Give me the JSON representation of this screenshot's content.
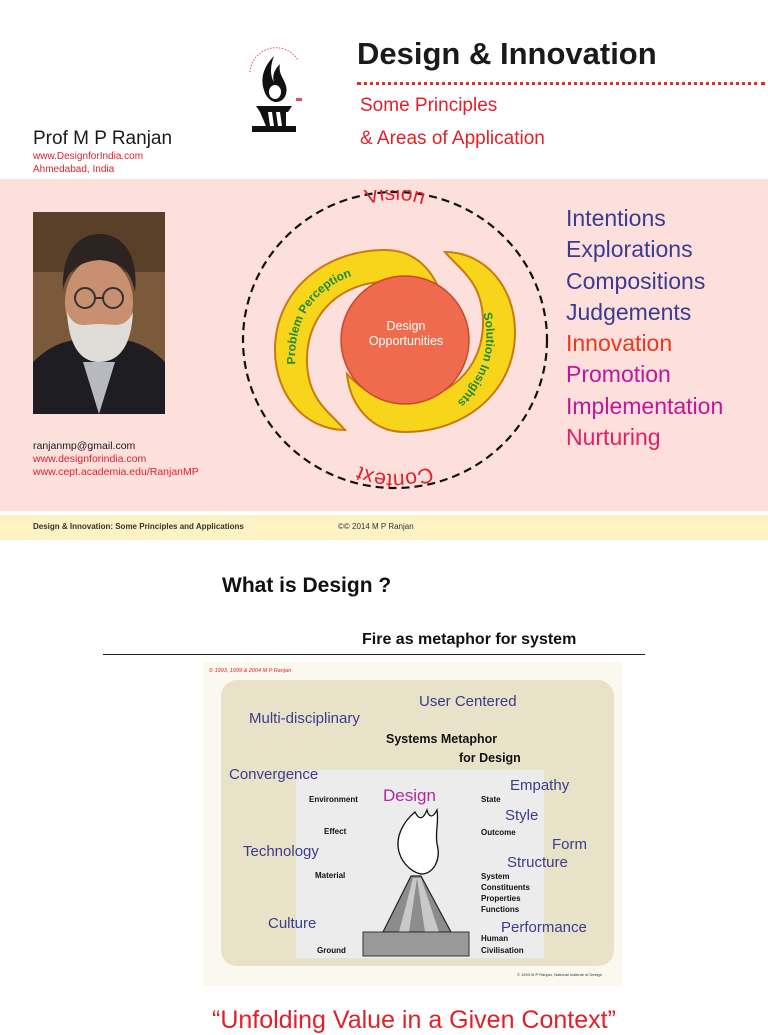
{
  "slide1": {
    "title": "Design & Innovation",
    "subtitle_line1": "Some Principles",
    "subtitle_line2": "& Areas of Application",
    "author": "Prof M P Ranjan",
    "author_site": "www.DesignforIndia.com",
    "author_location": "Ahmedabad, India",
    "contact": {
      "email": "ranjanmp@gmail.com",
      "site": "www.designforindia.com",
      "academia": "www.cept.academia.edu/RanjanMP"
    },
    "cycle": {
      "vision": "Vision",
      "context": "Context",
      "problem": "Problem Perception",
      "solution": "Solution Insights",
      "center_line1": "Design",
      "center_line2": "Opportunities"
    },
    "list": [
      {
        "text": "Intentions",
        "color": "#3b3b8f"
      },
      {
        "text": "Explorations",
        "color": "#3b3b8f"
      },
      {
        "text": "Compositions",
        "color": "#3b3b8f"
      },
      {
        "text": "Judgements",
        "color": "#3b3b8f"
      },
      {
        "text": "Innovation",
        "color": "#e8391e"
      },
      {
        "text": "Promotion",
        "color": "#c0169a"
      },
      {
        "text": "Implementation",
        "color": "#c0169a"
      },
      {
        "text": "Nurturing",
        "color": "#e0206a"
      }
    ],
    "footer_left": "Design & Innovation: Some Principles and Applications",
    "footer_right": "©© 2014 M P Ranjan"
  },
  "slide2": {
    "heading": "What is Design ?",
    "caption": "Fire as metaphor for system",
    "copyright_top": "© 1993, 1999 & 2004 M P Ranjan",
    "copyright_bottom": "© 1993 M P Ranjan, National Institute of Design",
    "diagram": {
      "user_centered": "User Centered",
      "multi": "Multi-disciplinary",
      "sys1": "Systems Metaphor",
      "sys2": "for  Design",
      "convergence": "Convergence",
      "empathy": "Empathy",
      "style": "Style",
      "form": "Form",
      "structure": "Structure",
      "technology": "Technology",
      "culture": "Culture",
      "performance": "Performance",
      "design": "Design",
      "environment": "Environment",
      "effect": "Effect",
      "material": "Material",
      "ground": "Ground",
      "state": "State",
      "outcome": "Outcome",
      "system": "System",
      "constituents": "Constituents",
      "properties": "Properties",
      "functions": "Functions",
      "human": "Human",
      "civilisation": "Civilisation"
    },
    "quote": "“Unfolding Value in a Given Context”"
  }
}
